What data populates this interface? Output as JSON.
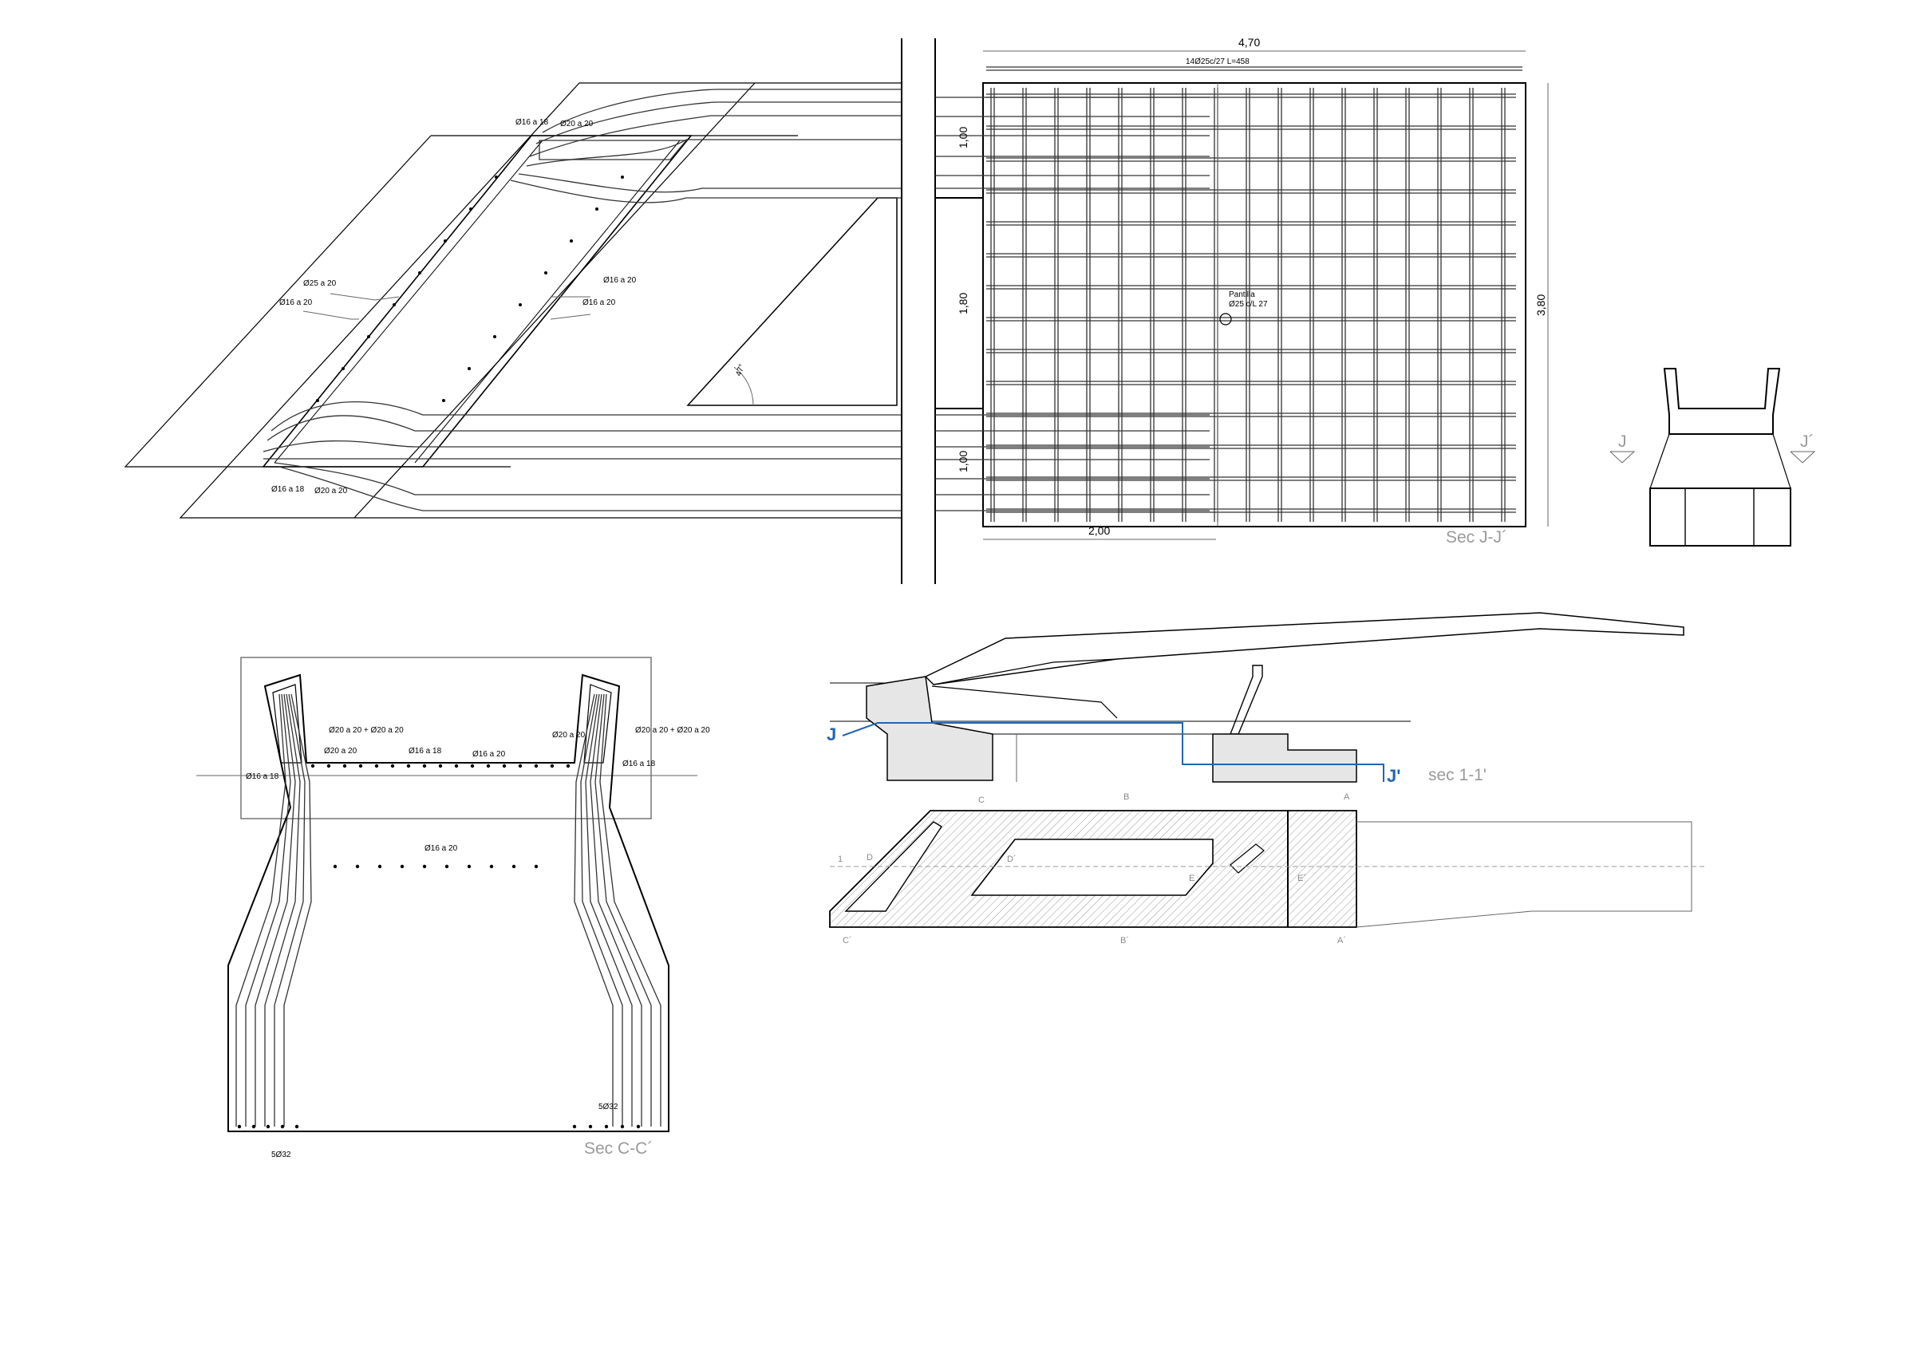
{
  "plan_j": {
    "labels": {
      "top_left": "Ø16 a 18",
      "top_right": "Ø20 a 20",
      "mid_left_a": "Ø25 a 20",
      "mid_left_b": "Ø16 a 20",
      "mid_right_a": "Ø16 a 20",
      "mid_right_b": "Ø16 a 20",
      "bottom_left": "Ø16 a 18",
      "bottom_right": "Ø20 a 20",
      "angle": "47°"
    }
  },
  "sec_j": {
    "dim_top": "4,70",
    "bar_spec": "14Ø25c/27 L=458",
    "dim_v1": "1,00",
    "dim_v2": "1,80",
    "dim_v3": "1,00",
    "dim_right": "3,80",
    "dim_bottom": "2,00",
    "pantile_1": "Pantilla",
    "pantile_2": "Ø25 c/L 27",
    "title": "Sec J-J´"
  },
  "small_section": {
    "mark_left": "J",
    "mark_right": "J´"
  },
  "sec_c": {
    "labels": {
      "l1": "Ø20 a 20 + Ø20 a 20",
      "l2": "Ø20 a 20",
      "l3": "Ø16 a 18",
      "l4": "Ø16 a 20",
      "l5": "Ø20 a 20",
      "l6": "Ø20 a 20 + Ø20 a 20",
      "l7": "Ø16 a 18",
      "l8": "Ø16 a 18",
      "l9": "Ø16 a 20",
      "bottom_left": "5Ø32",
      "bottom_right": "5Ø32"
    },
    "title": "Sec C-C´"
  },
  "elevation": {
    "mark_j": "J",
    "mark_j2": "J'",
    "title": "sec 1-1'",
    "marks": {
      "c": "C",
      "b": "B",
      "a": "A",
      "c2": "C´",
      "b2": "B´",
      "a2": "A´",
      "one": "1",
      "d": "D",
      "d2": "D´",
      "e": "E",
      "e2": "E´"
    }
  }
}
